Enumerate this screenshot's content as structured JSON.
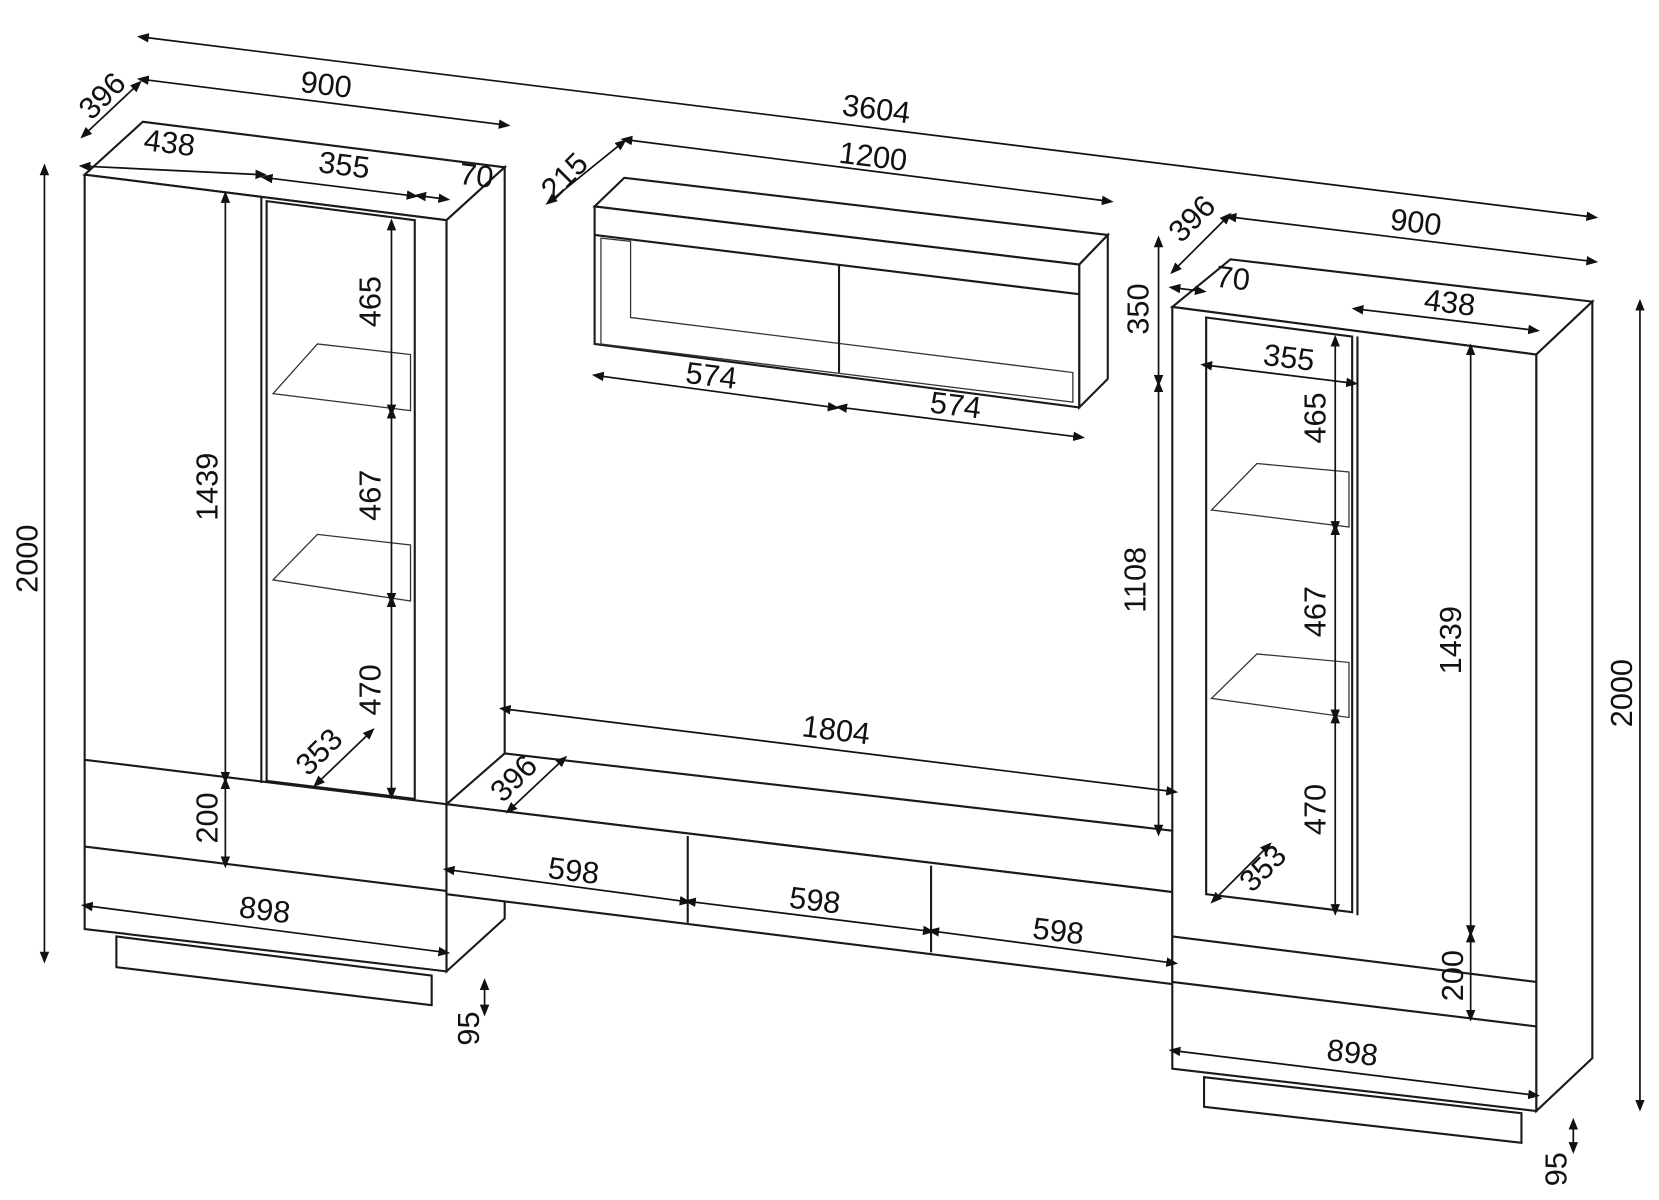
{
  "title": "Wall unit dimensions drawing",
  "dimensions": {
    "total_width": "3604",
    "left_tower": {
      "width": "900",
      "depth": "396",
      "door_width": "438",
      "glass_width": "355",
      "side_width": "70",
      "height": "2000",
      "door_height": "1439",
      "shelf_1": "465",
      "shelf_2": "467",
      "shelf_3": "470",
      "inner_depth": "353",
      "drawer_height": "200",
      "drawer_width": "898",
      "plinth": "95"
    },
    "wall_shelf": {
      "depth": "215",
      "width": "1200",
      "height": "350",
      "compartment_1": "574",
      "compartment_2": "574"
    },
    "tv_bench": {
      "width": "1804",
      "depth": "396",
      "drawer_1": "598",
      "drawer_2": "598",
      "drawer_3": "598",
      "clearance": "1108"
    },
    "right_tower": {
      "width": "900",
      "depth": "396",
      "door_width": "438",
      "glass_width": "355",
      "side_width": "70",
      "height": "2000",
      "door_height": "1439",
      "shelf_1": "465",
      "shelf_2": "467",
      "shelf_3": "470",
      "inner_depth": "353",
      "drawer_height": "200",
      "drawer_width": "898",
      "plinth": "95"
    }
  }
}
